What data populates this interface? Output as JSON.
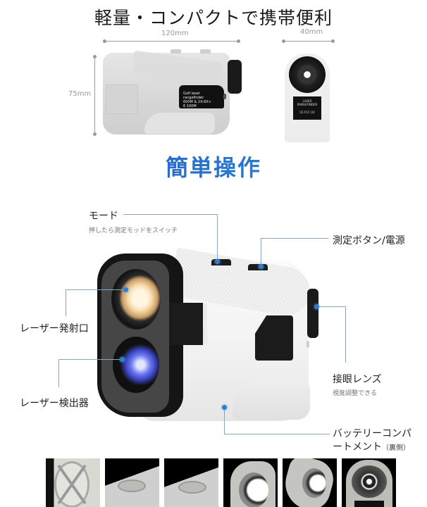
{
  "header": {
    "title": "軽量・コンパクトで携帯便利"
  },
  "dimensions": {
    "width_label": "120mm",
    "depth_label": "40mm",
    "height_label": "75mm"
  },
  "product_side_label": {
    "line1": "Golf laser rangefinder",
    "line2": "600M & 2X-6X+",
    "line3": "6 100M"
  },
  "product_front_label": {
    "line1": "LASER",
    "line2": "RANGEFINDER",
    "line3": "CE FCC UV"
  },
  "section": {
    "title": "簡単操作"
  },
  "callouts": [
    {
      "id": "mode",
      "title": "モード",
      "subtitle": "押したら測定モッドをスイッチ"
    },
    {
      "id": "power",
      "title": "測定ボタン/電源",
      "subtitle": ""
    },
    {
      "id": "emitter",
      "title": "レーザー発射口",
      "subtitle": ""
    },
    {
      "id": "detector",
      "title": "レーザー検出器",
      "subtitle": ""
    },
    {
      "id": "eyepiece",
      "title": "接眼レンズ",
      "subtitle": "視度調整できる"
    },
    {
      "id": "battery",
      "title": "バッテリーコンパ",
      "title2": "ートメント",
      "note": "（裏側）"
    }
  ],
  "thumbnails": [
    {
      "name": "battery-cover"
    },
    {
      "name": "power-button"
    },
    {
      "name": "mode-button"
    },
    {
      "name": "lens-front"
    },
    {
      "name": "lens-angle"
    },
    {
      "name": "eyepiece-rear"
    }
  ],
  "colors": {
    "accent": "#2a7fd4",
    "leader": "#8aa6bf",
    "section_title": "#2f6fd0"
  }
}
